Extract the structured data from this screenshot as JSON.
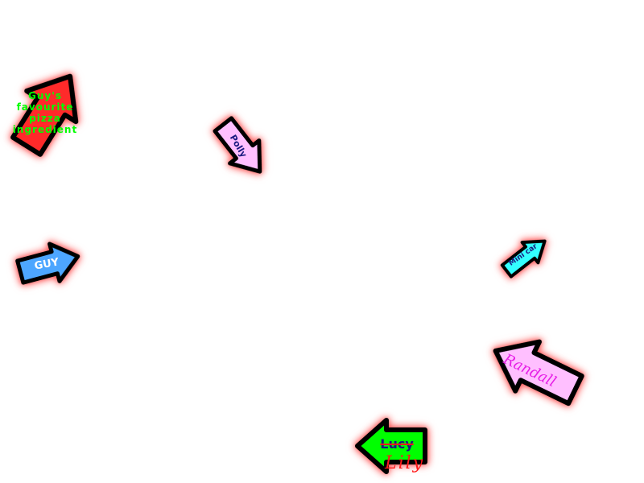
{
  "arrows": [
    {
      "id": "pizza",
      "label": "Guy's favourite pizza ingredient",
      "fill": "#ff2a2a",
      "text_color": "#00ff00"
    },
    {
      "id": "polly",
      "label": "Polly",
      "fill": "#ffbfff",
      "text_color": "#1a1a80"
    },
    {
      "id": "guy",
      "label": "GUY",
      "fill": "#4da6ff",
      "text_color": "#ffffff"
    },
    {
      "id": "minicar",
      "label": "Mini car",
      "fill": "#33ffff",
      "text_color": "#1a1a80"
    },
    {
      "id": "randall",
      "label": "Randall",
      "fill": "#ffbfff",
      "text_color": "#e61ee6"
    },
    {
      "id": "lucy",
      "label": "Lucy",
      "fill": "#00ff00",
      "text_color": "#1a1a80",
      "correction": "Lily",
      "correction_color": "#ff1a1a"
    }
  ]
}
